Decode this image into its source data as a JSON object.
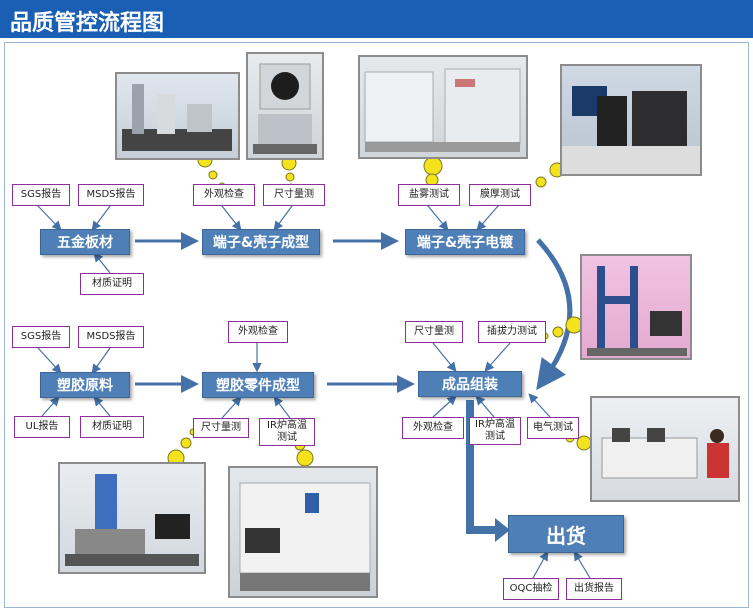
{
  "header": {
    "title": "品质管控流程图"
  },
  "process": {
    "hardware": "五金板材",
    "terminal_forming": "端子&壳子成型",
    "terminal_plating": "端子&壳子电镀",
    "plastic_material": "塑胶原料",
    "plastic_forming": "塑胶零件成型",
    "assembly": "成品组装",
    "shipping": "出货"
  },
  "docs": {
    "sgs_1": "SGS报告",
    "msds_1": "MSDS报告",
    "material_cert_1": "材质证明",
    "appearance_1": "外观检查",
    "dimension_1": "尺寸量测",
    "salt_spray": "盐雾测试",
    "film_thickness": "膜厚测试",
    "sgs_2": "SGS报告",
    "msds_2": "MSDS报告",
    "ul_report": "UL报告",
    "material_cert_2": "材质证明",
    "appearance_2": "外观检查",
    "dimension_2": "尺寸量测",
    "ir_reflow_2": "IR炉高温\n测试",
    "dimension_3": "尺寸量测",
    "insertion_force": "插拔力测试",
    "appearance_3": "外观检查",
    "ir_reflow_3": "IR炉高温\n测试",
    "electrical": "电气测试",
    "oqc": "OQC抽检",
    "shipping_report": "出货报告"
  }
}
